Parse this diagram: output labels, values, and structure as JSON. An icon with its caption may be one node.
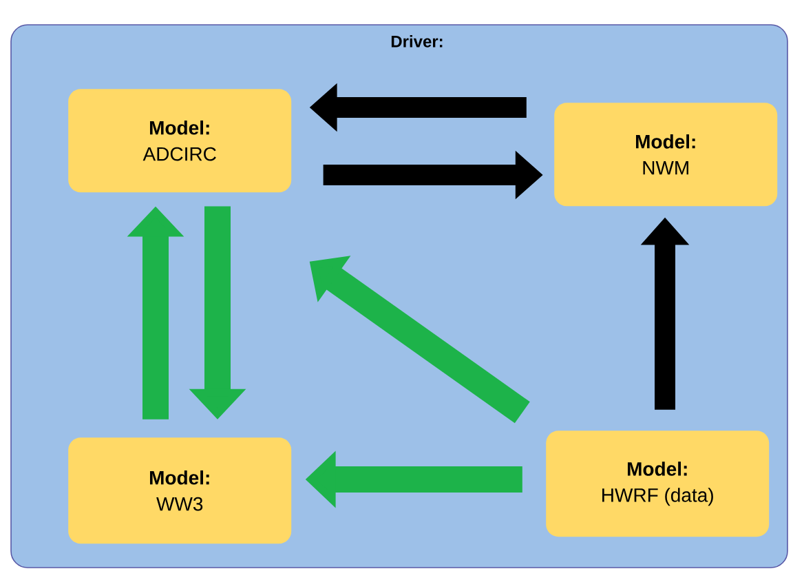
{
  "diagram": {
    "nodes": [
      {
        "text": [
          "Driver:"
        ]
      },
      {
        "text": [
          "Model:",
          "ADCIRC"
        ],
        "in": 0
      },
      {
        "text": [
          "Model:",
          "NWM"
        ],
        "in": 0
      },
      {
        "text": [
          "Model:",
          "WW3"
        ],
        "in": 0
      },
      {
        "text": [
          "Model:",
          "HWRF (data)"
        ],
        "in": 0
      }
    ],
    "edges": [
      {
        "from": 2,
        "to": 1,
        "arrow": "to",
        "color": "#000000"
      },
      {
        "from": 1,
        "to": 2,
        "arrow": "to",
        "color": "#000000"
      },
      {
        "from": 3,
        "to": 1,
        "arrow": "to"
      },
      {
        "from": 1,
        "to": 3,
        "arrow": "to"
      },
      {
        "from": 4,
        "to": 1,
        "arrow": "to"
      },
      {
        "from": 4,
        "to": 3,
        "arrow": "to"
      },
      {
        "from": 4,
        "to": 2,
        "arrow": "to",
        "color": "#000000"
      }
    ]
  }
}
